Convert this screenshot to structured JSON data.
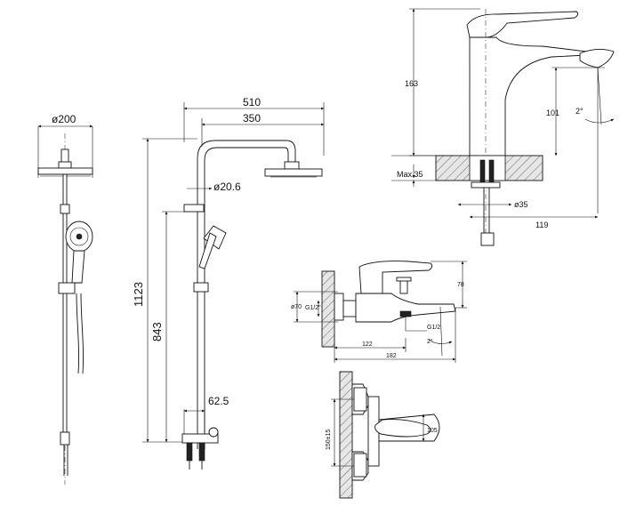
{
  "drawings": {
    "shower_front": {
      "head_diameter": "ø200"
    },
    "shower_side": {
      "width_total": "510",
      "arm_reach": "350",
      "pipe_diameter": "ø20.6",
      "height_total": "1123",
      "height_lower": "843",
      "inlet_spacing": "62.5"
    },
    "basin_mixer": {
      "height": "163",
      "spout_height": "101",
      "angle": "2°",
      "max_thickness": "Max.35",
      "hole_diameter": "ø35",
      "spout_reach": "119"
    },
    "bath_mixer_side": {
      "flange_diameter": "ø70",
      "thread_wall": "G1/2\"",
      "thread_outlet": "G1/2",
      "height": "78",
      "spout_reach": "122",
      "total_length": "182",
      "angle": "2°"
    },
    "bath_mixer_top": {
      "centers": "150±15",
      "depth": "105"
    }
  },
  "colors": {
    "ink": "#111111",
    "background": "#ffffff",
    "hatch_fill": "#e6e6e6"
  }
}
